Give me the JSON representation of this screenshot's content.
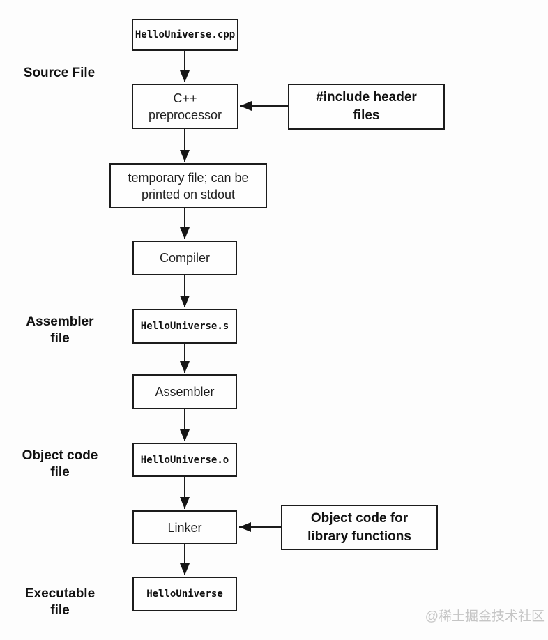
{
  "flowchart": {
    "nodes": {
      "cpp_file": {
        "label": "HelloUniverse.cpp"
      },
      "preprocessor": {
        "lines": [
          "C++",
          "preprocessor"
        ]
      },
      "include_headers": {
        "lines": [
          "#include header",
          "files"
        ]
      },
      "temp_file": {
        "lines": [
          "temporary file; can be",
          "printed on stdout"
        ]
      },
      "compiler": {
        "label": "Compiler"
      },
      "asm_file": {
        "label": "HelloUniverse.s"
      },
      "assembler": {
        "label": "Assembler"
      },
      "obj_file": {
        "label": "HelloUniverse.o"
      },
      "linker": {
        "label": "Linker"
      },
      "library_objcode": {
        "lines": [
          "Object code for",
          "library functions"
        ]
      },
      "exe_file": {
        "label": "HelloUniverse"
      }
    },
    "side_labels": {
      "source_file": {
        "lines": [
          "Source File"
        ]
      },
      "assembler_file": {
        "lines": [
          "Assembler",
          "file"
        ]
      },
      "object_code_file": {
        "lines": [
          "Object code",
          "file"
        ]
      },
      "executable_file": {
        "lines": [
          "Executable",
          "file"
        ]
      }
    },
    "watermark": "@稀土掘金技术社区",
    "colors": {
      "stroke": "#1c1c1c",
      "background": "#fdfdfd",
      "box_fill": "#fefefe",
      "watermark_text": "#c5c5c5"
    }
  }
}
